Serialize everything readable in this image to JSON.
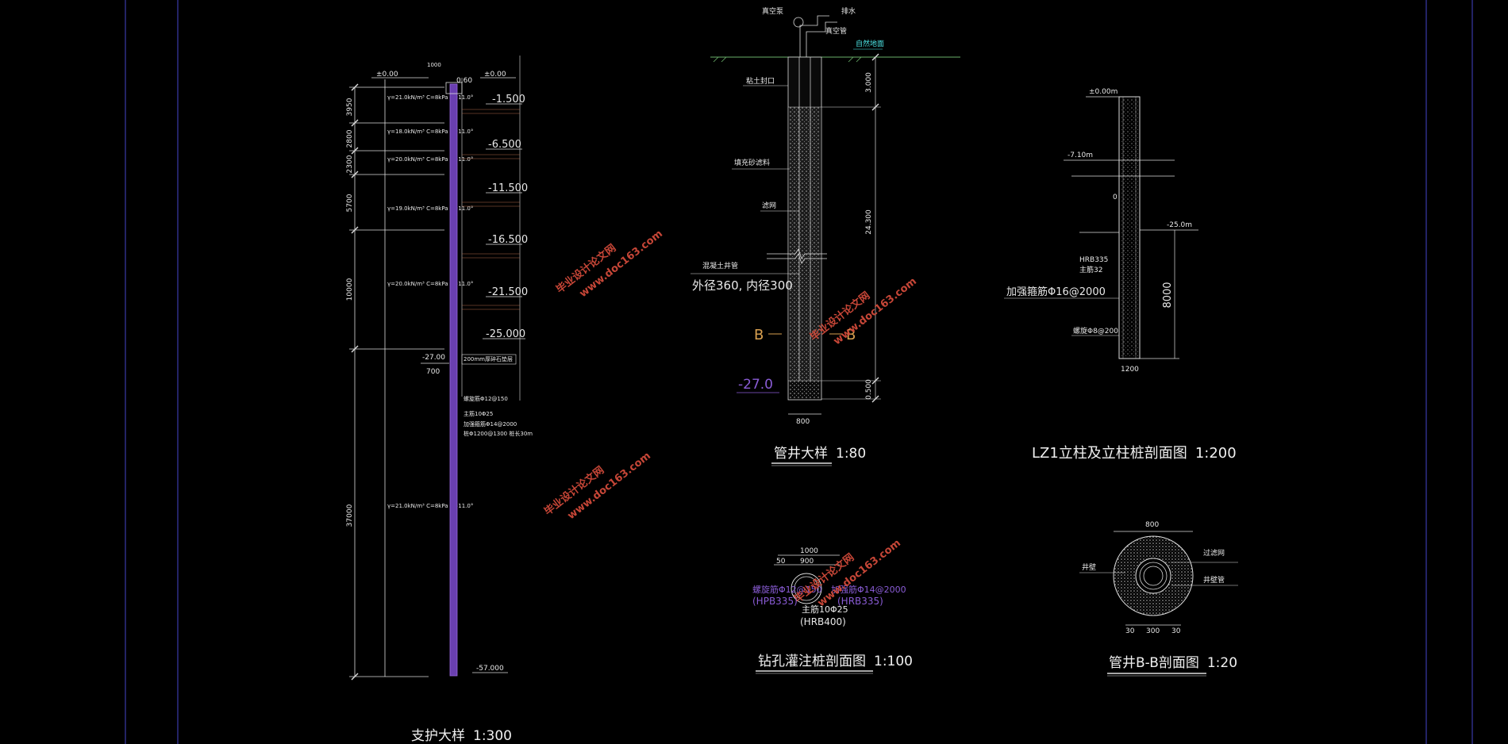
{
  "frame": {
    "border_color": "#3a3aa8",
    "background": "#000000"
  },
  "support_detail": {
    "title": "支护大样",
    "scale": "1:300",
    "top_width": "1000",
    "top_level_left": "±0.00",
    "top_level_right": "±0.00",
    "offset": "0.60",
    "levels": [
      "-1.500",
      "-6.500",
      "-11.500",
      "-16.500",
      "-21.500",
      "-25.000"
    ],
    "bottom_level_left": "-27.00",
    "left_offset": "700",
    "bottom_level": "-57.000",
    "note_gravel": "200mm厚碎石垫层",
    "dim_labels": [
      "3950",
      "2800",
      "2300",
      "5700",
      "10000",
      "37000"
    ],
    "soil_notes": [
      "γ=21.0kN/m³ C=8kPa φ=11.0°",
      "γ=18.0kN/m³ C=8kPa φ=11.0°",
      "γ=20.0kN/m³ C=8kPa φ=11.0°",
      "γ=19.0kN/m³ C=8kPa φ=11.0°",
      "γ=20.0kN/m³ C=8kPa φ=11.0°",
      "γ=21.0kN/m³ C=8kPa φ=11.0°"
    ],
    "rebar_notes": [
      "螺旋筋Φ12@150",
      "主筋10Φ25",
      "加强箍筋Φ14@2000",
      "桩Φ1200@1300 桩长30m"
    ]
  },
  "well_detail": {
    "title": "管井大样",
    "scale": "1:80",
    "labels": {
      "pump": "真空泵",
      "drain": "排水",
      "vac_pipe": "真空管",
      "ground": "自然地面",
      "clay_seal": "粘土封口",
      "filter_sand": "填充砂滤料",
      "screen": "滤网",
      "concrete_pipe": "混凝土井管",
      "pipe_dims": "外径360, 内径300",
      "section_b": "B",
      "bottom_level": "-27.0"
    },
    "dims": {
      "top": "3.000",
      "mid": "24.300",
      "bottom": "0.500",
      "width": "800"
    }
  },
  "pile_section": {
    "title": "钻孔灌注桩剖面图",
    "scale": "1:100",
    "dims": {
      "outer": "1000",
      "inner": "900",
      "cover": "50"
    },
    "left_rebar": "螺旋筋Φ12@150",
    "left_grade": "(HPB335)",
    "right_rebar": "加强筋Φ14@2000",
    "right_grade": "(HRB335)",
    "main_rebar": "主筋10Φ25",
    "main_grade": "(HRB400)"
  },
  "column_section": {
    "title": "LZ1立柱及立柱桩剖面图",
    "scale": "1:200",
    "top_level": "±0.00m",
    "level_2": "-7.10m",
    "level_3": "-25.0m",
    "grade": "HRB335",
    "main_rebar": "主筋32",
    "stirrup": "加强箍筋Φ16@2000",
    "spiral": "螺旋Φ8@200",
    "length": "8000",
    "width": "1200",
    "zero": "0"
  },
  "bb_section": {
    "title": "管井B-B剖面图",
    "scale": "1:20",
    "width": "800",
    "left_label": "井壁",
    "right_label_1": "过滤网",
    "right_label_2": "井壁管",
    "dims": [
      "30",
      "300",
      "30"
    ]
  },
  "watermark": {
    "line1": "毕业设计论文网",
    "line2": "www.doc163.com"
  }
}
